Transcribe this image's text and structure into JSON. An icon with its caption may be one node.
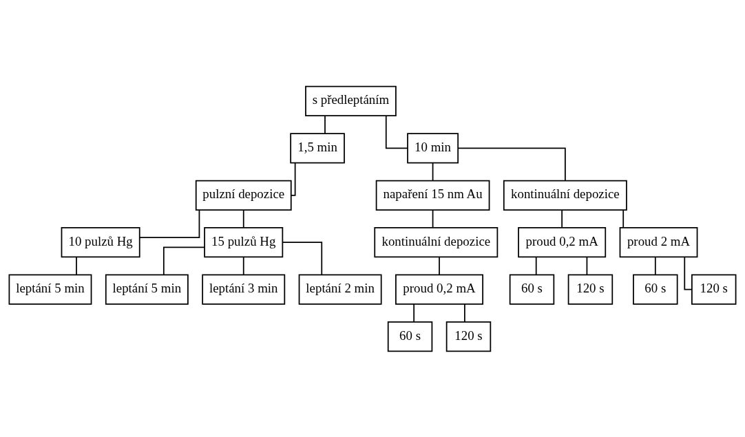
{
  "diagram": {
    "nodes": [
      {
        "text": [
          "s předleptáním"
        ]
      },
      {
        "text": [
          "1,5 min"
        ]
      },
      {
        "text": [
          "10 min"
        ]
      },
      {
        "text": [
          "pulzní depozice"
        ]
      },
      {
        "text": [
          "napaření 15 nm Au"
        ]
      },
      {
        "text": [
          "kontinuální depozice"
        ]
      },
      {
        "text": [
          "10 pulzů Hg"
        ]
      },
      {
        "text": [
          "15 pulzů Hg"
        ]
      },
      {
        "text": [
          "kontinuální depozice"
        ]
      },
      {
        "text": [
          "proud 0,2 mA"
        ]
      },
      {
        "text": [
          "proud 2 mA"
        ]
      },
      {
        "text": [
          "leptání 5 min"
        ]
      },
      {
        "text": [
          "leptání 5 min"
        ]
      },
      {
        "text": [
          "leptání 3 min"
        ]
      },
      {
        "text": [
          "leptání 2 min"
        ]
      },
      {
        "text": [
          "proud 0,2 mA"
        ]
      },
      {
        "text": [
          "60 s"
        ]
      },
      {
        "text": [
          "120 s"
        ]
      },
      {
        "text": [
          "60 s"
        ]
      },
      {
        "text": [
          "120 s"
        ]
      },
      {
        "text": [
          "60 s"
        ]
      },
      {
        "text": [
          "120 s"
        ]
      }
    ],
    "edges": [
      {
        "from": 0,
        "to": 1,
        "arrow": "none"
      },
      {
        "from": 0,
        "to": 2,
        "arrow": "none"
      },
      {
        "from": 1,
        "to": 3,
        "arrow": "none"
      },
      {
        "from": 2,
        "to": 4,
        "arrow": "none"
      },
      {
        "from": 2,
        "to": 5,
        "arrow": "none"
      },
      {
        "from": 3,
        "to": 6,
        "arrow": "none"
      },
      {
        "from": 3,
        "to": 7,
        "arrow": "none"
      },
      {
        "from": 4,
        "to": 8,
        "arrow": "none"
      },
      {
        "from": 5,
        "to": 9,
        "arrow": "none"
      },
      {
        "from": 5,
        "to": 10,
        "arrow": "none"
      },
      {
        "from": 6,
        "to": 11,
        "arrow": "none"
      },
      {
        "from": 7,
        "to": 12,
        "arrow": "none"
      },
      {
        "from": 7,
        "to": 13,
        "arrow": "none"
      },
      {
        "from": 7,
        "to": 14,
        "arrow": "none"
      },
      {
        "from": 8,
        "to": 15,
        "arrow": "none"
      },
      {
        "from": 9,
        "to": 16,
        "arrow": "none"
      },
      {
        "from": 9,
        "to": 17,
        "arrow": "none"
      },
      {
        "from": 10,
        "to": 18,
        "arrow": "none"
      },
      {
        "from": 10,
        "to": 19,
        "arrow": "none"
      },
      {
        "from": 15,
        "to": 20,
        "arrow": "none"
      },
      {
        "from": 15,
        "to": 21,
        "arrow": "none"
      }
    ]
  }
}
